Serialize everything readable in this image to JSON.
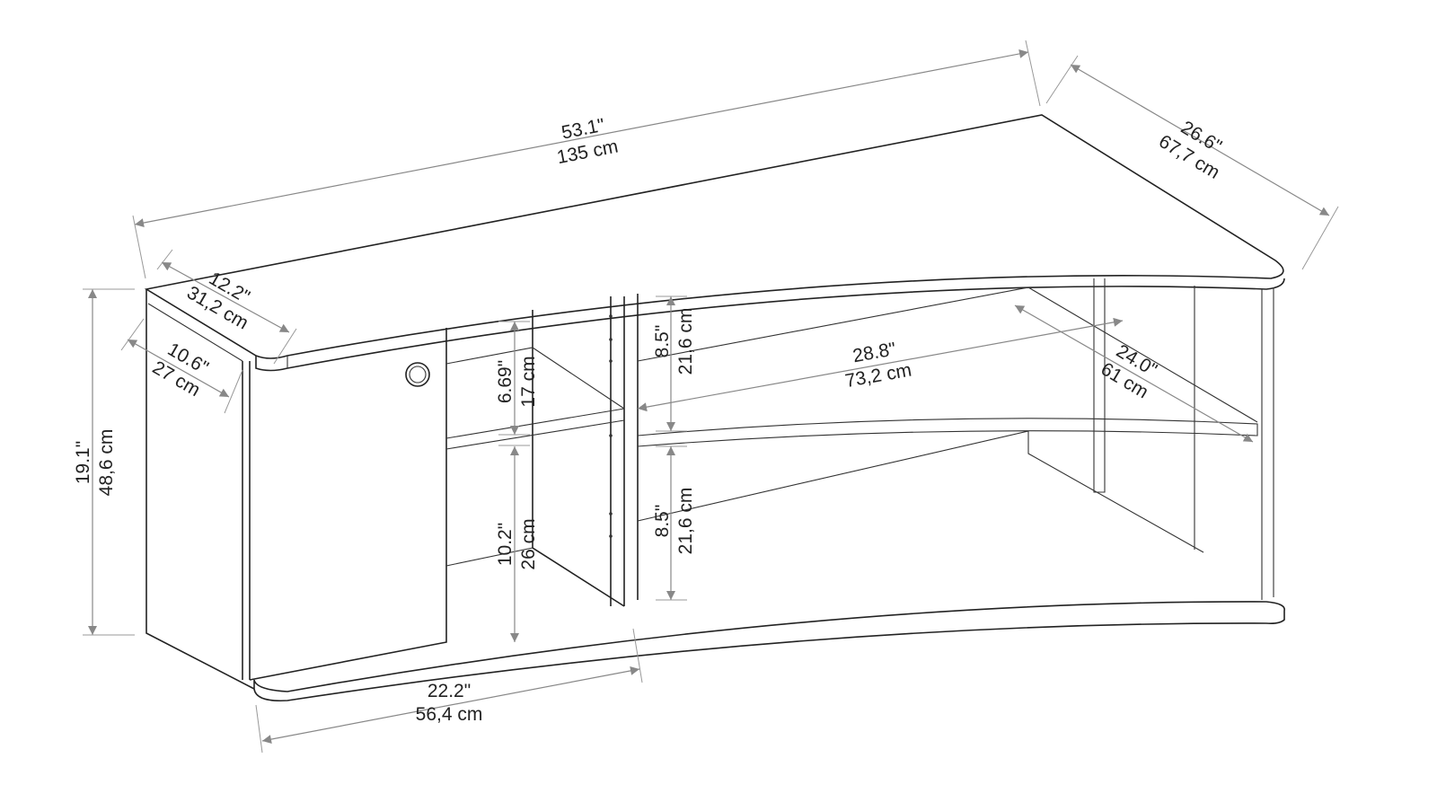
{
  "title": "Corner TV stand dimension drawing",
  "dimensions": {
    "total_width": {
      "in": "53.1\"",
      "cm": "135 cm"
    },
    "side_width": {
      "in": "26.6\"",
      "cm": "67,7 cm"
    },
    "top_depth": {
      "in": "12.2\"",
      "cm": "31,2 cm"
    },
    "body_depth": {
      "in": "10.6\"",
      "cm": "27 cm"
    },
    "height": {
      "in": "19.1\"",
      "cm": "48,6 cm"
    },
    "upper_cubby": {
      "in": "6.69\"",
      "cm": "17 cm"
    },
    "lower_cubby": {
      "in": "10.2\"",
      "cm": "26 cm"
    },
    "upper_shelf": {
      "in": "8.5\"",
      "cm": "21,6 cm"
    },
    "lower_shelf": {
      "in": "8.5\"",
      "cm": "21,6 cm"
    },
    "shelf_width": {
      "in": "28.8\"",
      "cm": "73,2 cm"
    },
    "shelf_depth": {
      "in": "24.0\"",
      "cm": "61 cm"
    },
    "cabinet_width": {
      "in": "22.2\"",
      "cm": "56,4 cm"
    }
  }
}
